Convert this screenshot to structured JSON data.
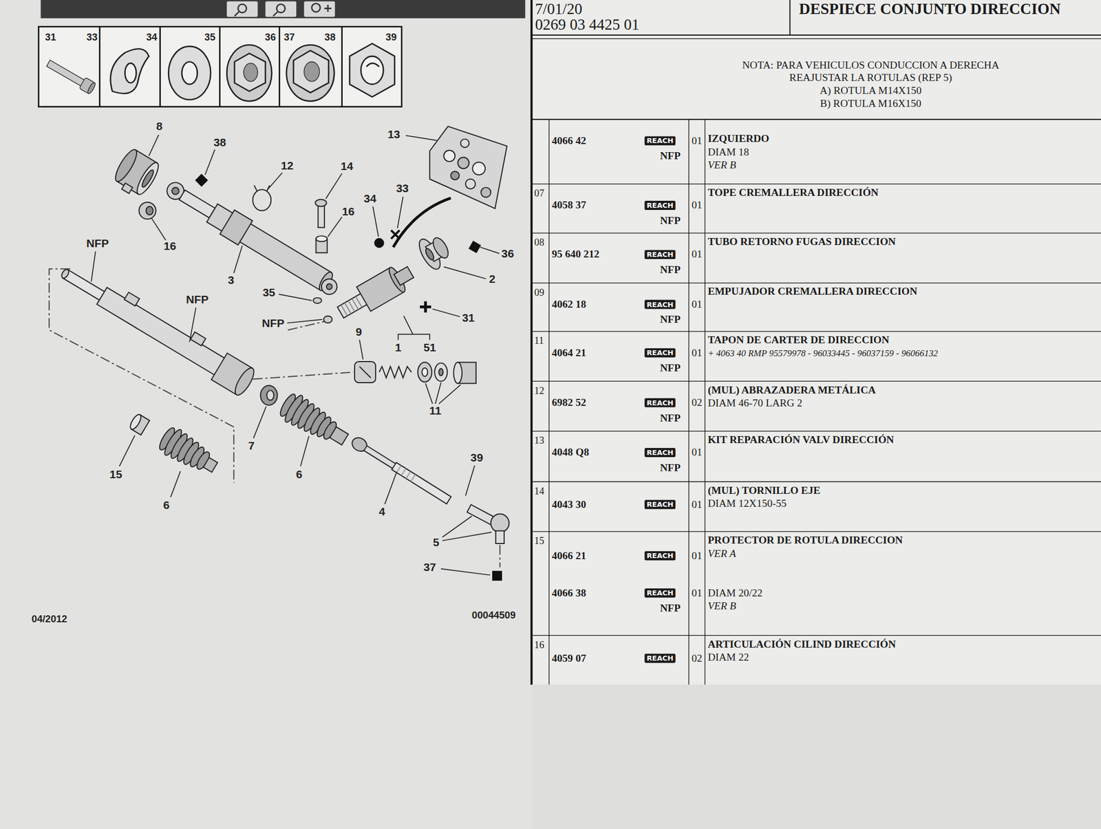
{
  "diagram": {
    "title": "DESPIECE CONJUNTO DIRECCION",
    "labels": [
      "31",
      "33",
      "34",
      "35",
      "36",
      "37",
      "38",
      "39",
      "8",
      "38",
      "13",
      "12",
      "14",
      "33",
      "34",
      "16",
      "NFP",
      "16",
      "36",
      "2",
      "3",
      "35",
      "NFP",
      "31",
      "NFP",
      "9",
      "1",
      "51",
      "11",
      "7",
      "39",
      "15",
      "6",
      "6",
      "4",
      "5",
      "37",
      "04/2012",
      "00044509",
      "7/01/20",
      "0269 03 4425 01",
      "NOTA: PARA VEHICULOS CONDUCCION A DERECHA REAJUSTAR LA ROTULAS (REP 5)",
      "A) ROTULA M14X150",
      "B) ROTULA M16X150",
      "4066 42",
      "REACH",
      "NFP",
      "01",
      "IZQUIERDO",
      "DIAM 18",
      "VER B",
      "07",
      "4058 37",
      "REACH",
      "NFP",
      "01",
      "TOPE CREMALLERA DIRECCIÓN",
      "08",
      "95 640 212",
      "REACH",
      "NFP",
      "01",
      "TUBO RETORNO FUGAS DIRECCION",
      "09",
      "4062 18",
      "REACH",
      "NFP",
      "01",
      "EMPUJADOR CREMALLERA DIRECCION",
      "11",
      "4064 21",
      "REACH",
      "NFP",
      "01",
      "TAPON DE CARTER DE DIRECCION",
      "+ 4063 40 RMP 95579978 - 96033445 - 96037159 - 96066132",
      "12",
      "6982 52",
      "REACH",
      "NFP",
      "02",
      "(MUL) ABRAZADERA METÁLICA",
      "DIAM 46-70 LARG 2",
      "13",
      "4048 Q8",
      "REACH",
      "NFP",
      "01",
      "KIT REPARACIÓN VALV DIRECCIÓN",
      "14",
      "4043 30",
      "REACH",
      "01",
      "(MUL) TORNILLO EJE",
      "DIAM 12X150-55",
      "15",
      "4066 21",
      "REACH",
      "01",
      "PROTECTOR DE ROTULA DIRECCION",
      "VER A",
      "4066 38",
      "REACH",
      "NFP",
      "01",
      "DIAM 20/22",
      "VER B",
      "16",
      "4059 07",
      "REACH",
      "02",
      "ARTICULACIÓN CILIND DIRECCIÓN",
      "DIAM 22"
    ]
  }
}
